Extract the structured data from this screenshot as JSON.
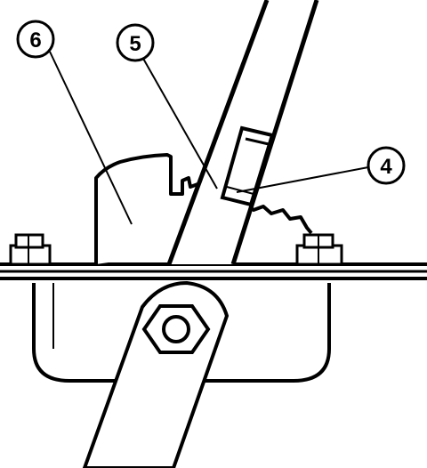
{
  "callouts": [
    {
      "id": "six",
      "label": "6"
    },
    {
      "id": "five",
      "label": "5"
    },
    {
      "id": "four",
      "label": "4"
    }
  ],
  "colors": {
    "ink": "#000000",
    "paper": "#ffffff"
  }
}
